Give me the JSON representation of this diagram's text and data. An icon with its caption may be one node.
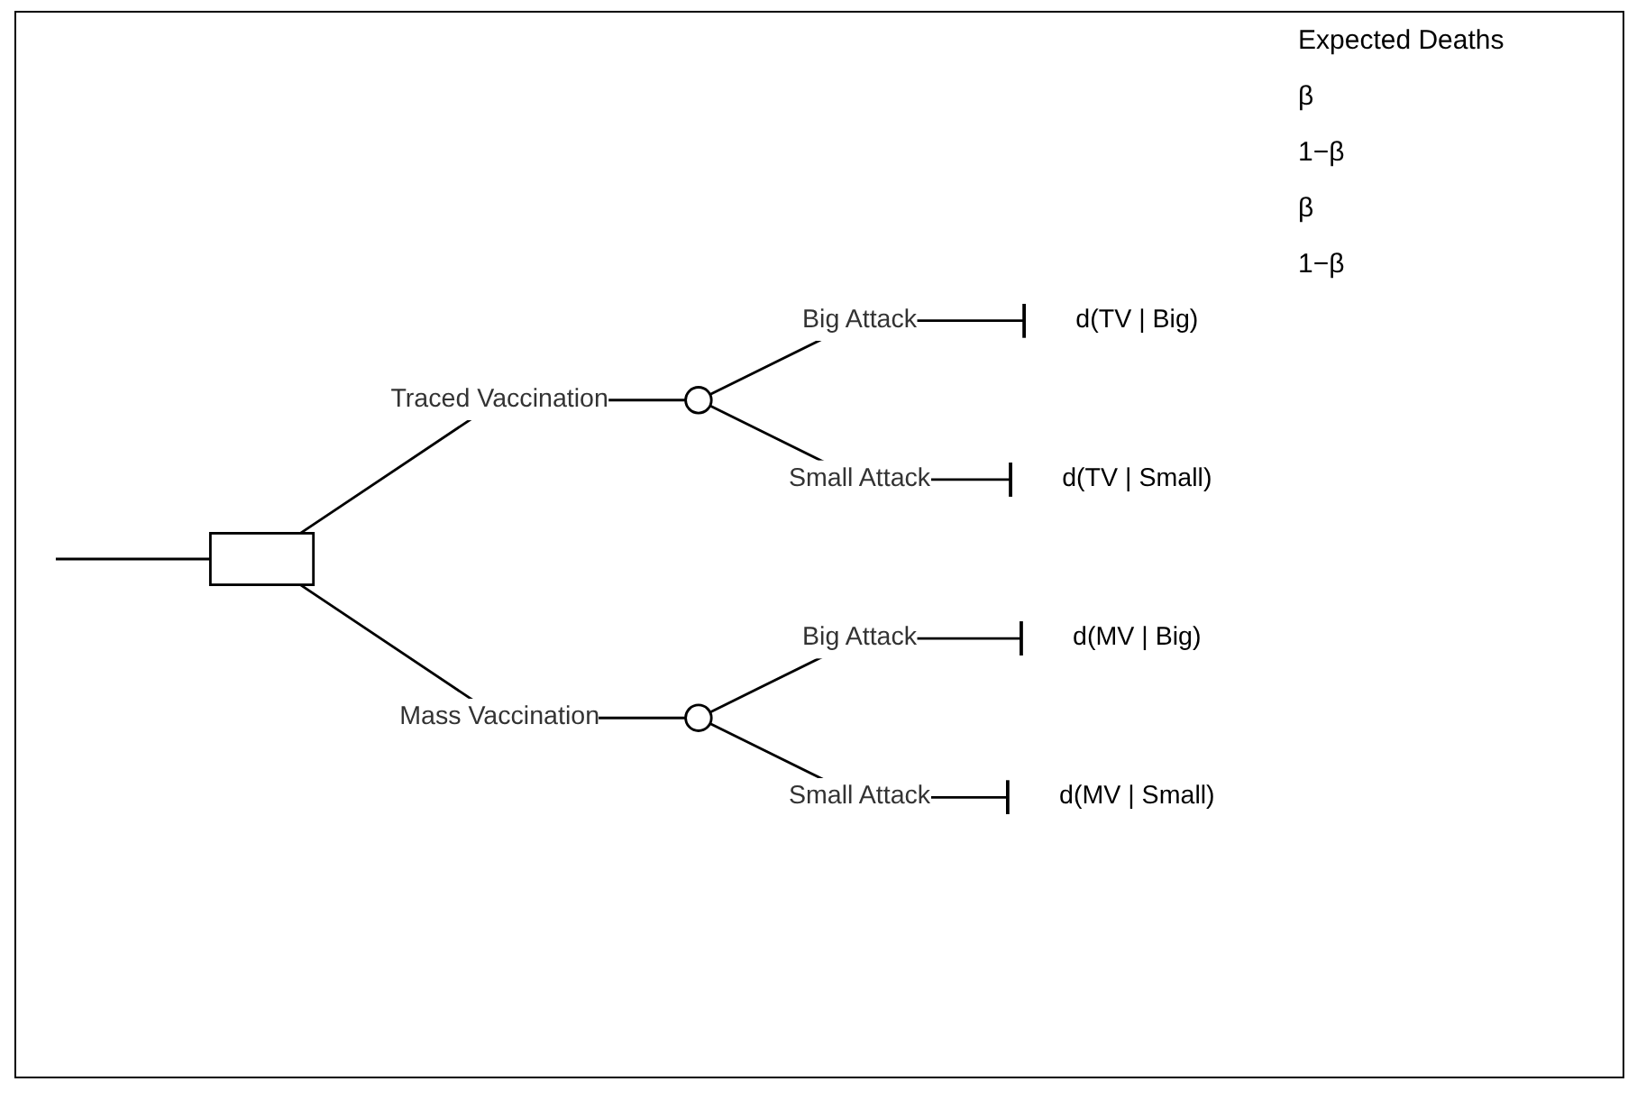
{
  "diagram": {
    "nodes": [
      {
        "text": [],
        "shape": "box"
      },
      {
        "text": [],
        "shape": "circle"
      },
      {
        "text": [],
        "shape": "circle"
      },
      {
        "text": [
          "d(TV | Big)"
        ]
      },
      {
        "text": [
          "d(TV | Small)"
        ]
      },
      {
        "text": [
          "d(MV | Big)"
        ]
      },
      {
        "text": [
          "d(MV | Small)"
        ]
      }
    ],
    "edges": [
      {
        "from": null,
        "to": 0,
        "arrow": "none"
      },
      {
        "from": 0,
        "to": 1,
        "arrow": "none",
        "label": "Traced Vaccination"
      },
      {
        "from": 0,
        "to": 2,
        "arrow": "none",
        "label": "Mass Vaccination"
      },
      {
        "from": 1,
        "to": 3,
        "arrow": "other",
        "label": "Big Attack"
      },
      {
        "from": 1,
        "to": 4,
        "arrow": "other",
        "label": "Small Attack"
      },
      {
        "from": 2,
        "to": 5,
        "arrow": "other",
        "label": "Big Attack"
      },
      {
        "from": 2,
        "to": 6,
        "arrow": "other",
        "label": "Small Attack"
      }
    ],
    "labels": [
      "Expected Deaths",
      "β",
      "1−β",
      "β",
      "1−β"
    ]
  }
}
